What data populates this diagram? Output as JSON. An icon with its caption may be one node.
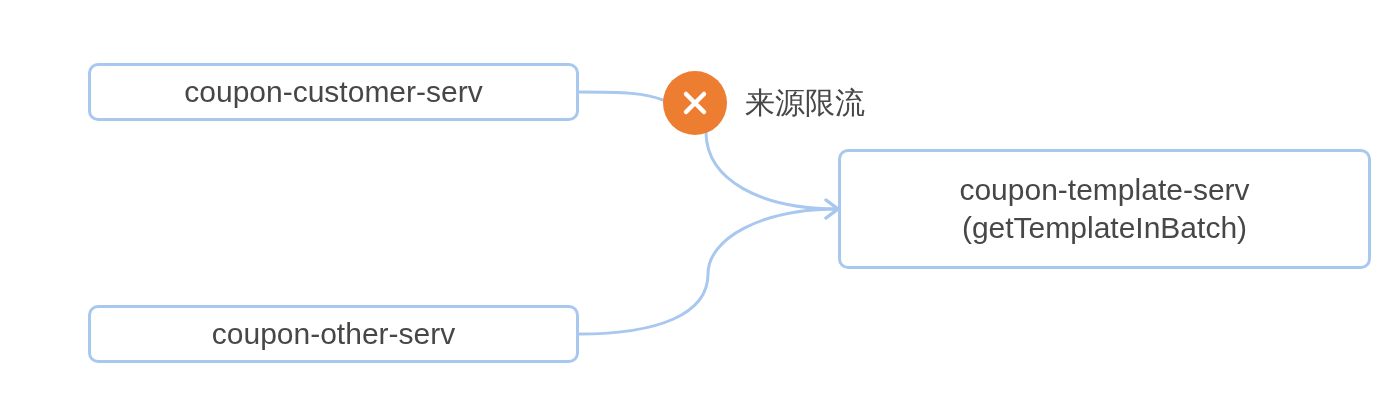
{
  "diagram": {
    "nodes": [
      {
        "text": [
          "coupon-customer-serv"
        ]
      },
      {
        "text": [],
        "shape": "circle",
        "beside": [
          "来源限流"
        ]
      },
      {
        "text": [
          "coupon-template-serv (getTemplateInBatch)"
        ]
      },
      {
        "text": [
          "coupon-other-serv"
        ]
      }
    ],
    "edges": [
      {
        "from": 0,
        "to": 1,
        "arrow": "none"
      },
      {
        "from": 1,
        "to": 2,
        "arrow": "to"
      },
      {
        "from": 3,
        "to": 2,
        "arrow": "to"
      }
    ]
  }
}
